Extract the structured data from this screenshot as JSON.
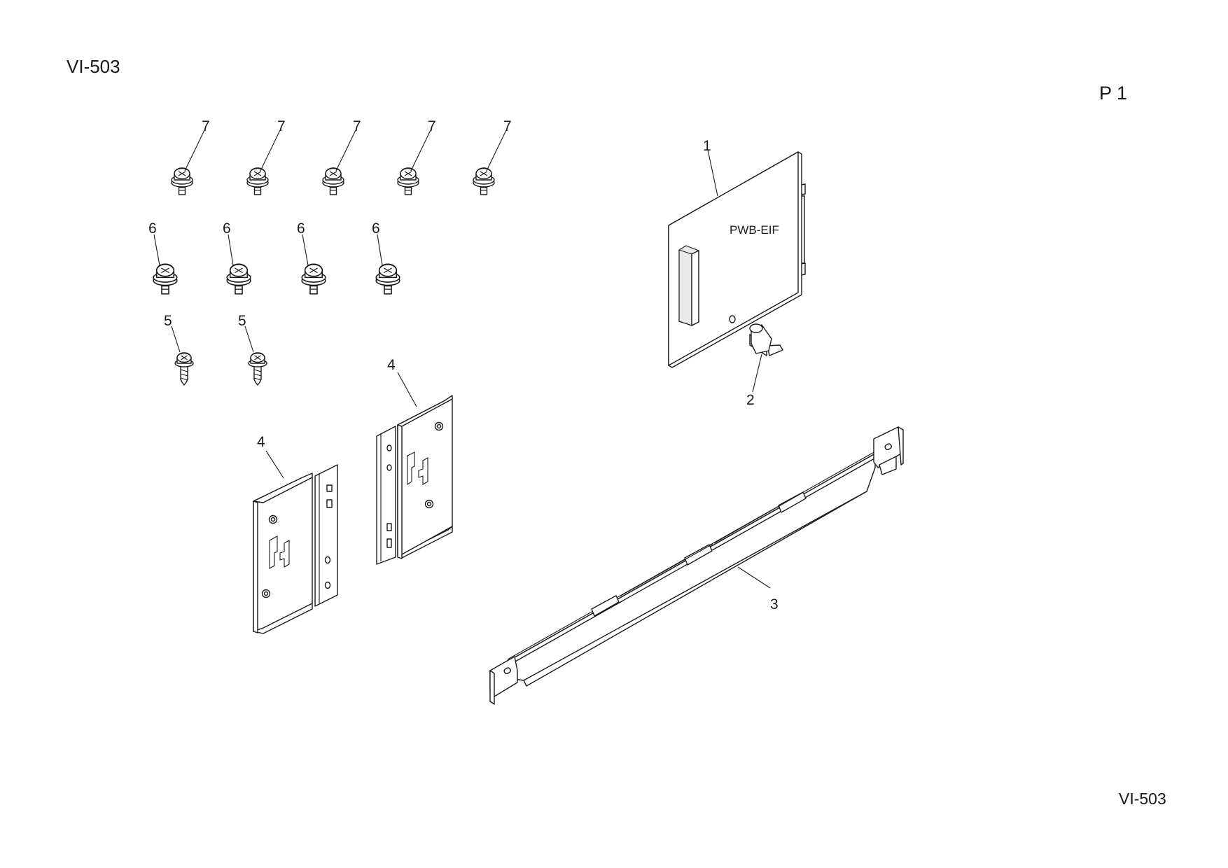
{
  "document": {
    "model": "VI-503",
    "page_number": "P 1",
    "footer_model": "VI-503"
  },
  "parts": [
    {
      "ref": "1",
      "label": "PWB-EIF"
    },
    {
      "ref": "2"
    },
    {
      "ref": "3"
    },
    {
      "ref": "4"
    },
    {
      "ref": "5"
    },
    {
      "ref": "6"
    },
    {
      "ref": "7"
    }
  ],
  "callouts": {
    "c1": "1",
    "c2": "2",
    "c3": "3",
    "c4a": "4",
    "c4b": "4",
    "c5a": "5",
    "c5b": "5",
    "c6a": "6",
    "c6b": "6",
    "c6c": "6",
    "c6d": "6",
    "c7a": "7",
    "c7b": "7",
    "c7c": "7",
    "c7d": "7",
    "c7e": "7"
  }
}
